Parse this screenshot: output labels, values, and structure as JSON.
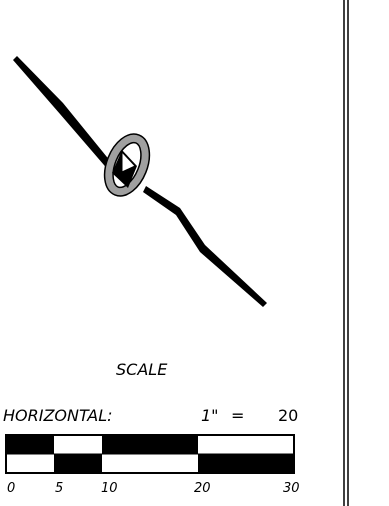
{
  "scale": {
    "title": "SCALE",
    "horizontal_label": "HORIZONTAL:",
    "ratio_lhs": "1\"",
    "ratio_eq": "=",
    "ratio_rhs": "20",
    "ticks": [
      "0",
      "5",
      "10",
      "20",
      "30"
    ]
  },
  "colors": {
    "ink": "#000000",
    "ring": "#a0a0a0",
    "paper": "#ffffff"
  },
  "icons": {
    "north_arrow": "north-arrow-icon"
  }
}
